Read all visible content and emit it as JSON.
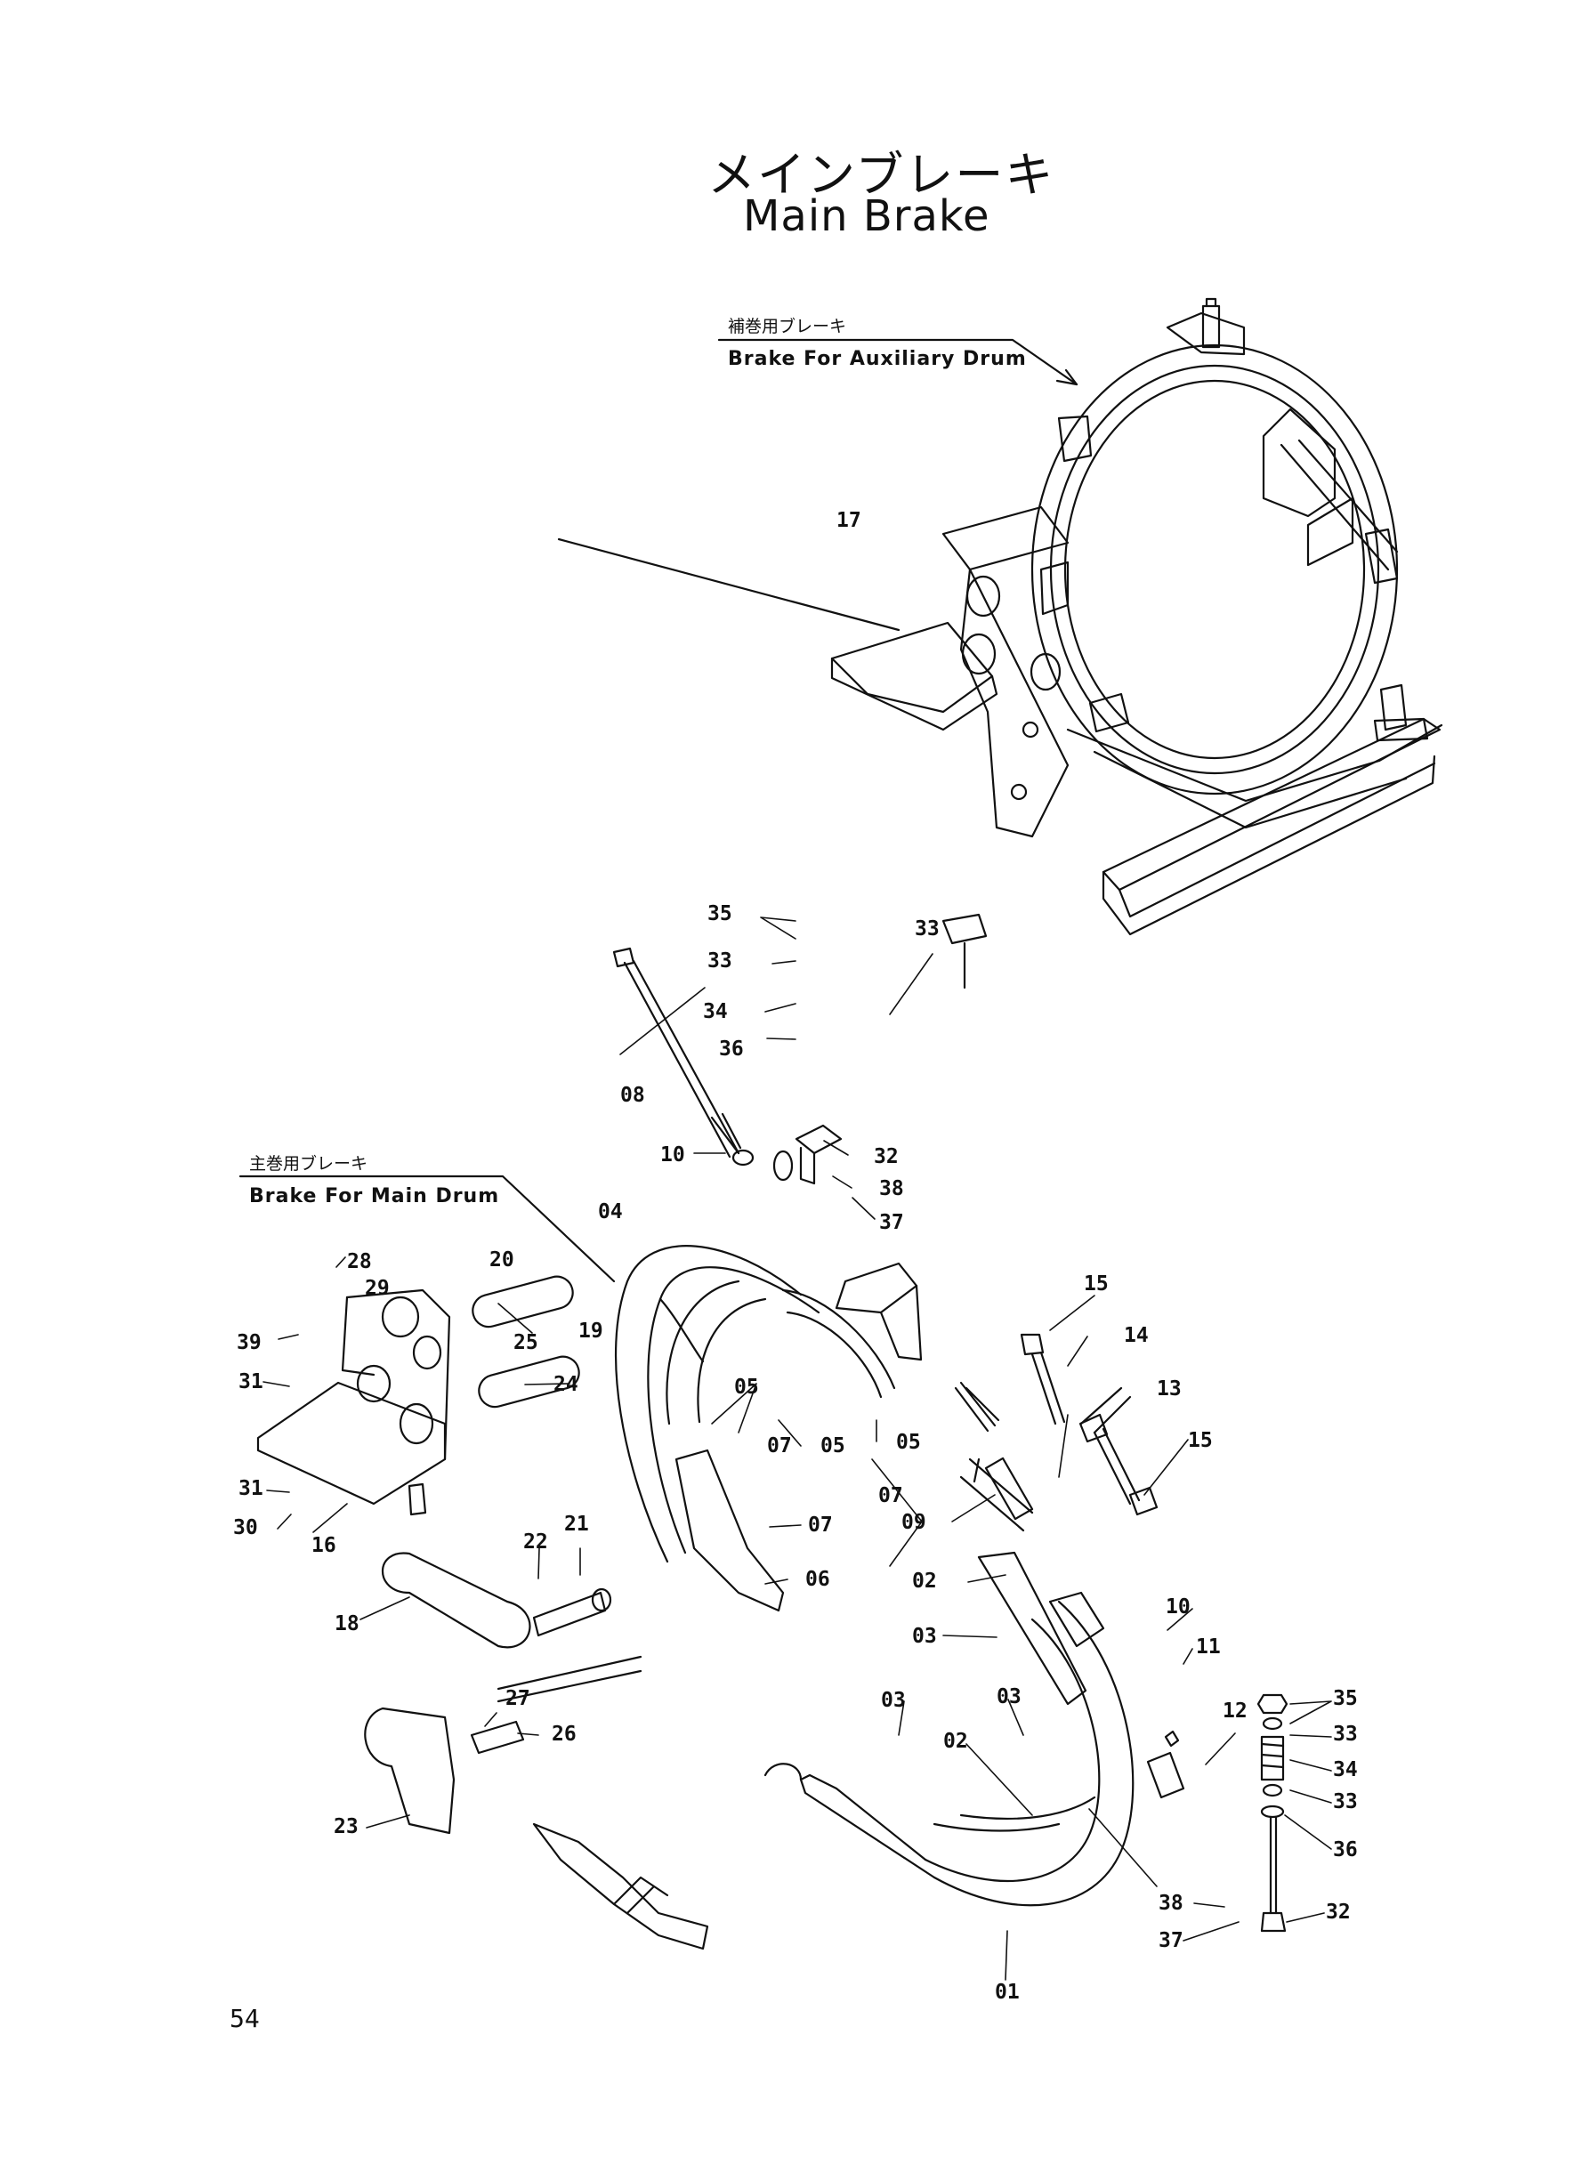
{
  "title": {
    "jp": "メインブレーキ",
    "en": "Main Brake"
  },
  "sections": {
    "aux": {
      "jp": "補巻用ブレーキ",
      "en": "Brake For Auxiliary Drum"
    },
    "main": {
      "jp": "主巻用ブレーキ",
      "en": "Brake For Main Drum"
    }
  },
  "part_labels": [
    "17",
    "35",
    "33",
    "33",
    "34",
    "36",
    "08",
    "10",
    "32",
    "38",
    "37",
    "04",
    "28",
    "29",
    "20",
    "19",
    "39",
    "25",
    "31",
    "24",
    "05",
    "05",
    "07",
    "05",
    "07",
    "31",
    "07",
    "30",
    "16",
    "22",
    "21",
    "18",
    "06",
    "15",
    "14",
    "13",
    "15",
    "09",
    "02",
    "03",
    "27",
    "26",
    "23",
    "03",
    "03",
    "02",
    "10",
    "11",
    "12",
    "35",
    "33",
    "34",
    "33",
    "36",
    "01",
    "38",
    "32",
    "37"
  ],
  "page_number": "54"
}
